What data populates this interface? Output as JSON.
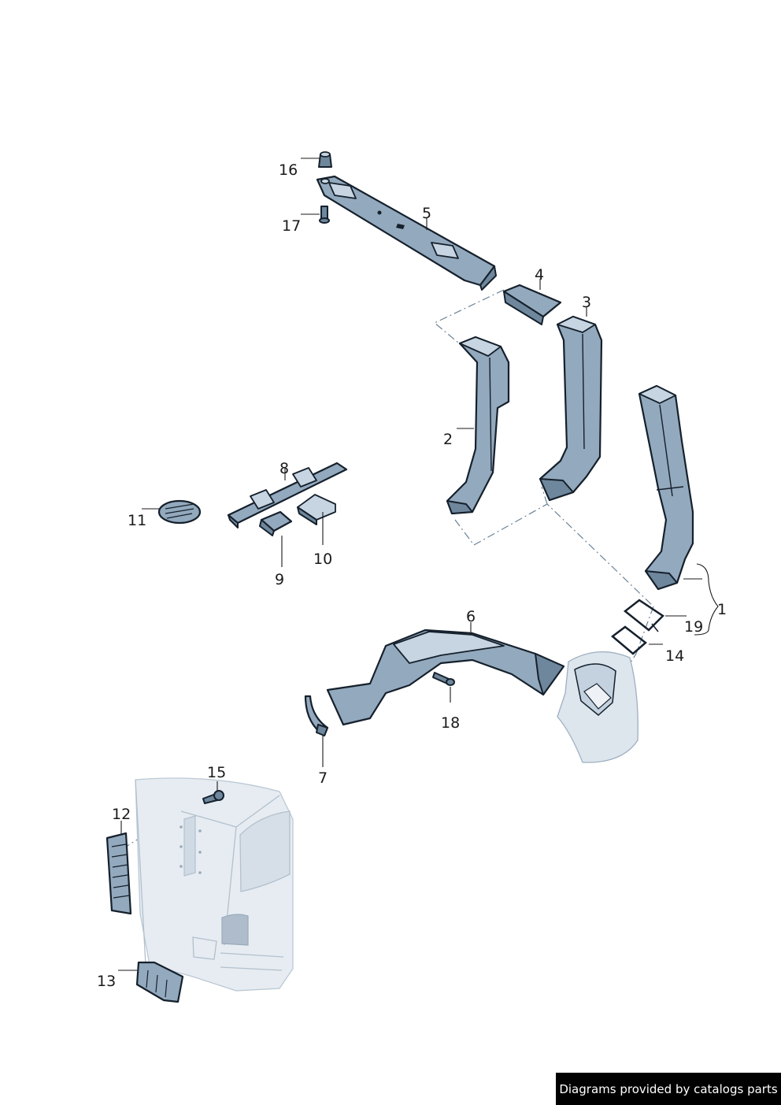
{
  "callouts": {
    "c1": "1",
    "c2": "2",
    "c3": "3",
    "c4": "4",
    "c5": "5",
    "c6": "6",
    "c7": "7",
    "c8": "8",
    "c9": "9",
    "c10": "10",
    "c11": "11",
    "c12": "12",
    "c13": "13",
    "c14": "14",
    "c15": "15",
    "c16": "16",
    "c17": "17",
    "c18": "18",
    "c19": "19"
  },
  "footer": {
    "credit": "Diagrams provided by catalogs parts"
  },
  "colors": {
    "part_fill": "#93a9bd",
    "outline": "#15202c",
    "vehicle_body": "#e6ecf2",
    "credit_background": "#000000"
  }
}
